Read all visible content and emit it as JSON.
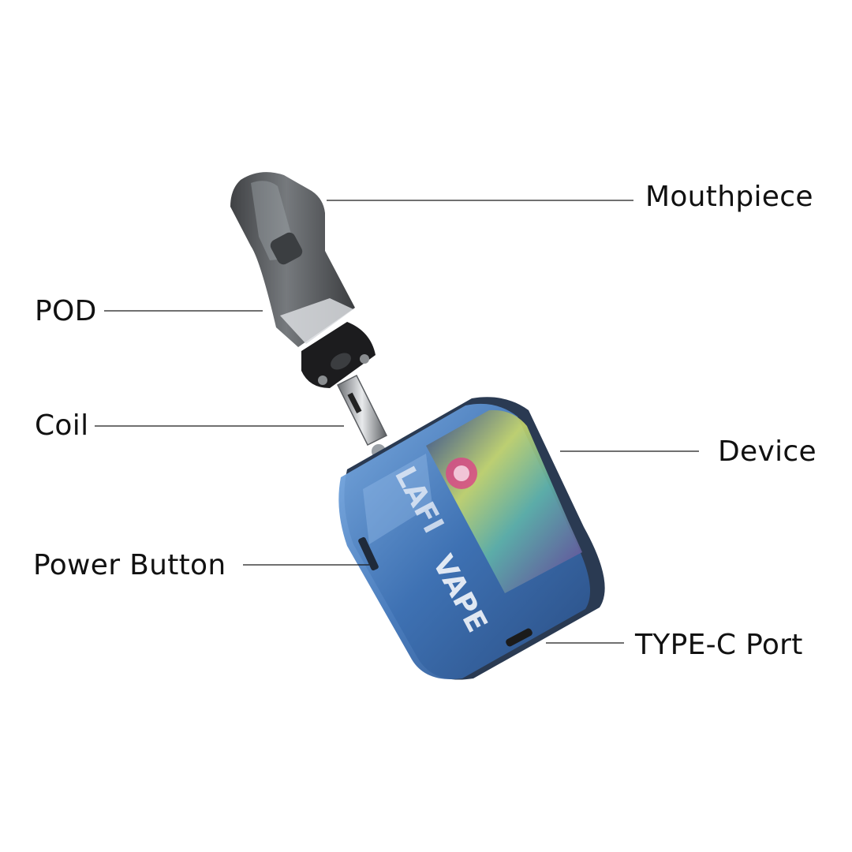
{
  "labels": {
    "mouthpiece": "Mouthpiece",
    "pod": "POD",
    "coil": "Coil",
    "device": "Device",
    "power_button": "Power Button",
    "type_c_port": "TYPE-C Port"
  },
  "device_print": {
    "brand_left": "LAFI",
    "brand_right": "VAPE"
  },
  "colors": {
    "background": "#ffffff",
    "label_text": "#111111",
    "leader_line": "#1a1a1a",
    "pod_smoke": "#4a4d50",
    "device_blue": "#3f74b8",
    "base_black": "#1c1c1e"
  }
}
